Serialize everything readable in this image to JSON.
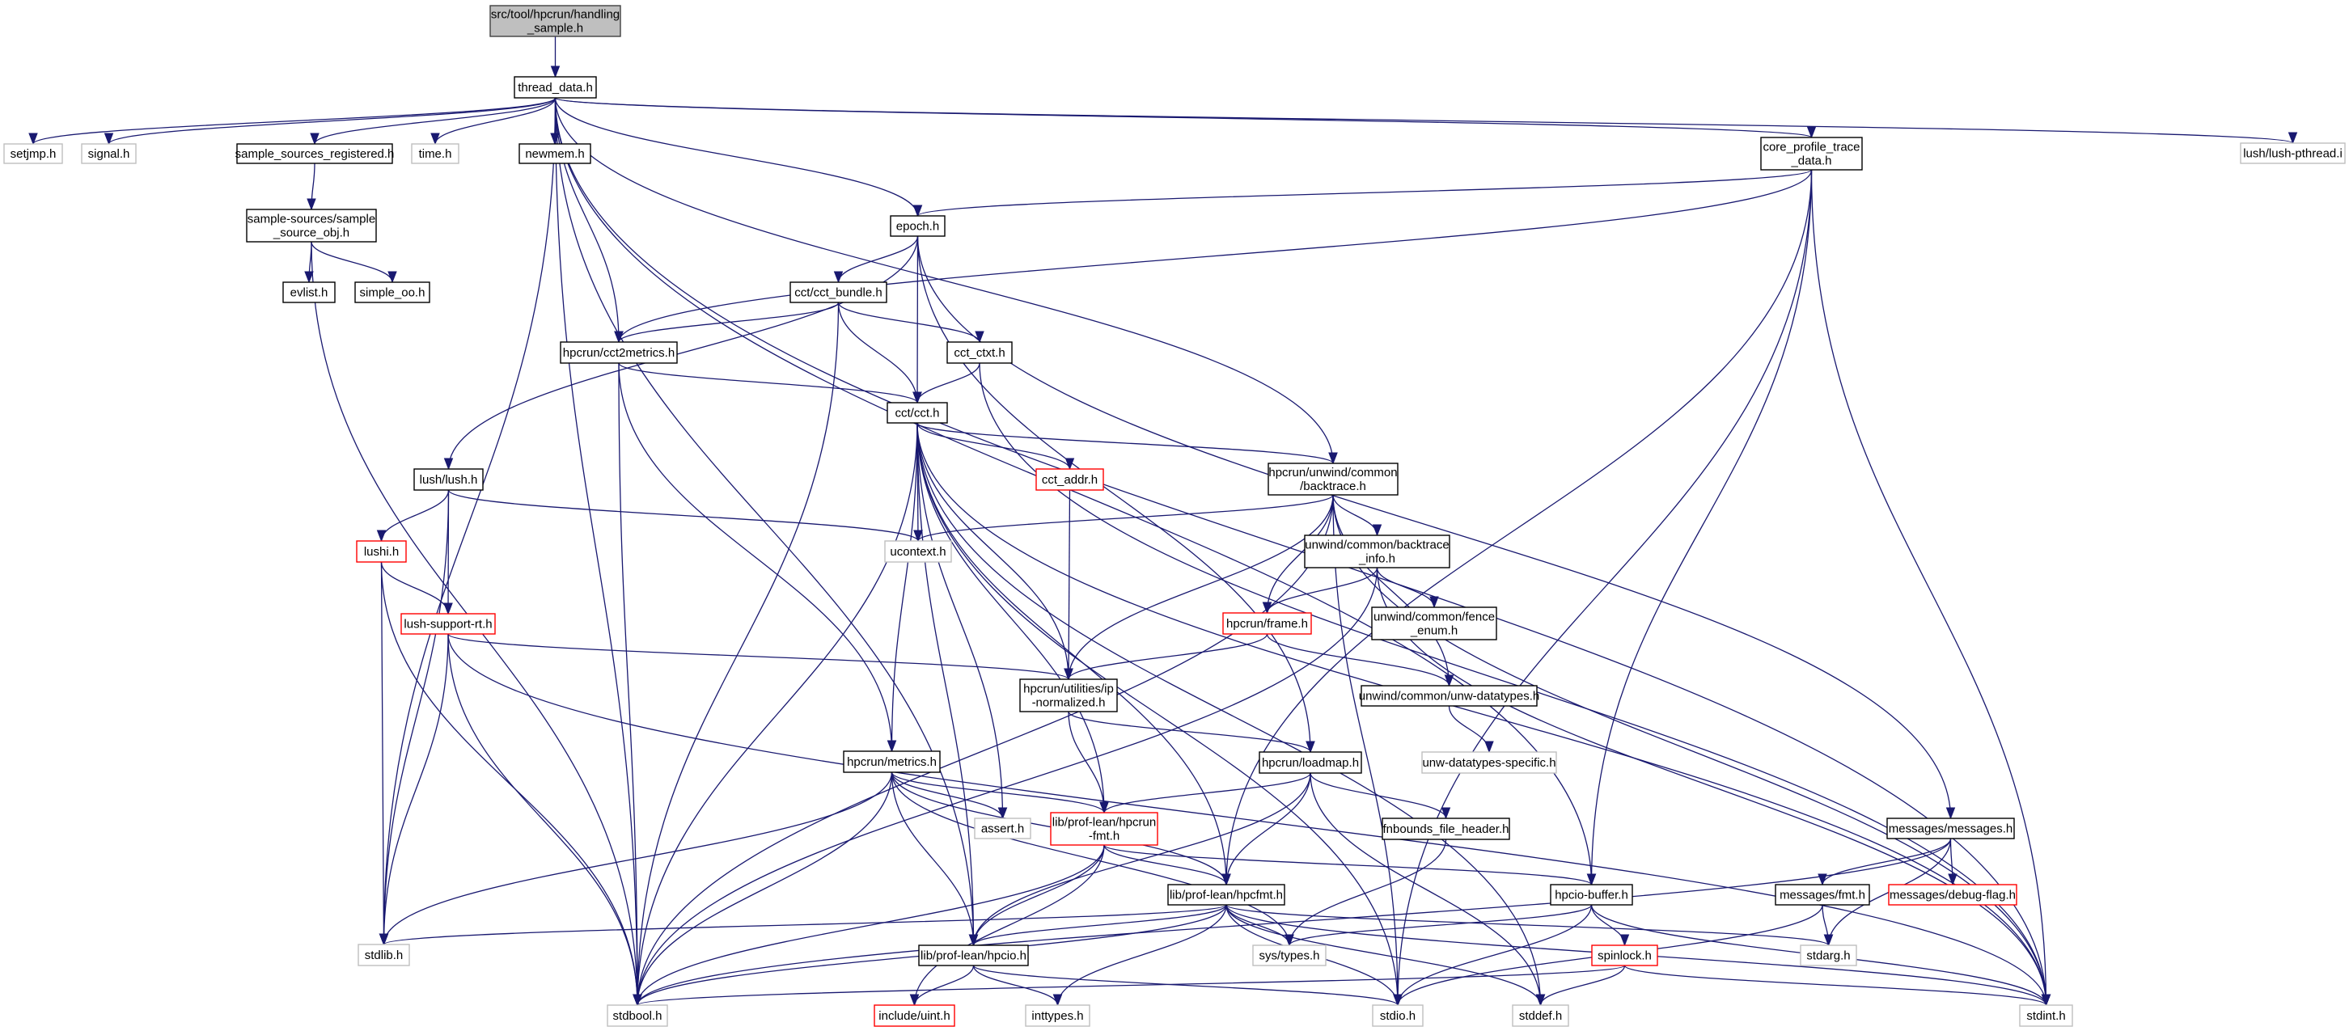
{
  "diagram": {
    "title": "Include dependency graph for src/tool/hpcrun/handling_sample.h",
    "colors": {
      "edge": "#191970",
      "root_fill": "#bfbfbf",
      "node_border": "#000000",
      "external_border": "#bfbfbf",
      "truncated_border": "#ff0000"
    },
    "nodes": [
      {
        "id": "root",
        "lines": [
          "src/tool/hpcrun/handling",
          "_sample.h"
        ],
        "kind": "root"
      },
      {
        "id": "thread_data",
        "lines": [
          "thread_data.h"
        ],
        "kind": "normal"
      },
      {
        "id": "setjmp",
        "lines": [
          "setjmp.h"
        ],
        "kind": "ext"
      },
      {
        "id": "signal",
        "lines": [
          "signal.h"
        ],
        "kind": "ext"
      },
      {
        "id": "ssreg",
        "lines": [
          "sample_sources_registered.h"
        ],
        "kind": "normal"
      },
      {
        "id": "time",
        "lines": [
          "time.h"
        ],
        "kind": "ext"
      },
      {
        "id": "newmem",
        "lines": [
          "newmem.h"
        ],
        "kind": "normal"
      },
      {
        "id": "core_profile",
        "lines": [
          "core_profile_trace",
          "_data.h"
        ],
        "kind": "normal"
      },
      {
        "id": "lush_pthread",
        "lines": [
          "lush/lush-pthread.i"
        ],
        "kind": "ext"
      },
      {
        "id": "ssobj",
        "lines": [
          "sample-sources/sample",
          "_source_obj.h"
        ],
        "kind": "normal"
      },
      {
        "id": "epoch",
        "lines": [
          "epoch.h"
        ],
        "kind": "normal"
      },
      {
        "id": "evlist",
        "lines": [
          "evlist.h"
        ],
        "kind": "normal"
      },
      {
        "id": "simple_oo",
        "lines": [
          "simple_oo.h"
        ],
        "kind": "normal"
      },
      {
        "id": "cct_bundle",
        "lines": [
          "cct/cct_bundle.h"
        ],
        "kind": "normal"
      },
      {
        "id": "cct2metrics",
        "lines": [
          "hpcrun/cct2metrics.h"
        ],
        "kind": "normal"
      },
      {
        "id": "cct_ctxt",
        "lines": [
          "cct_ctxt.h"
        ],
        "kind": "normal"
      },
      {
        "id": "cct",
        "lines": [
          "cct/cct.h"
        ],
        "kind": "normal"
      },
      {
        "id": "lush",
        "lines": [
          "lush/lush.h"
        ],
        "kind": "normal"
      },
      {
        "id": "cct_addr",
        "lines": [
          "cct_addr.h"
        ],
        "kind": "trunc"
      },
      {
        "id": "backtrace",
        "lines": [
          "hpcrun/unwind/common",
          "/backtrace.h"
        ],
        "kind": "normal"
      },
      {
        "id": "lushi",
        "lines": [
          "lushi.h"
        ],
        "kind": "trunc"
      },
      {
        "id": "ucontext",
        "lines": [
          "ucontext.h"
        ],
        "kind": "ext"
      },
      {
        "id": "bt_info",
        "lines": [
          "unwind/common/backtrace",
          "_info.h"
        ],
        "kind": "normal"
      },
      {
        "id": "frame",
        "lines": [
          "hpcrun/frame.h"
        ],
        "kind": "trunc"
      },
      {
        "id": "fence",
        "lines": [
          "unwind/common/fence",
          "_enum.h"
        ],
        "kind": "normal"
      },
      {
        "id": "lush_rt",
        "lines": [
          "lush-support-rt.h"
        ],
        "kind": "trunc"
      },
      {
        "id": "ip_norm",
        "lines": [
          "hpcrun/utilities/ip",
          "-normalized.h"
        ],
        "kind": "normal"
      },
      {
        "id": "unw_dt",
        "lines": [
          "unwind/common/unw-datatypes.h"
        ],
        "kind": "normal"
      },
      {
        "id": "unw_dts",
        "lines": [
          "unw-datatypes-specific.h"
        ],
        "kind": "ext"
      },
      {
        "id": "metrics",
        "lines": [
          "hpcrun/metrics.h"
        ],
        "kind": "normal"
      },
      {
        "id": "loadmap",
        "lines": [
          "hpcrun/loadmap.h"
        ],
        "kind": "normal"
      },
      {
        "id": "assert",
        "lines": [
          "assert.h"
        ],
        "kind": "ext"
      },
      {
        "id": "hpcrun_fmt",
        "lines": [
          "lib/prof-lean/hpcrun",
          "-fmt.h"
        ],
        "kind": "trunc"
      },
      {
        "id": "fnbounds",
        "lines": [
          "fnbounds_file_header.h"
        ],
        "kind": "normal"
      },
      {
        "id": "messages",
        "lines": [
          "messages/messages.h"
        ],
        "kind": "normal"
      },
      {
        "id": "hpcfmt",
        "lines": [
          "lib/prof-lean/hpcfmt.h"
        ],
        "kind": "normal"
      },
      {
        "id": "hpcio_buffer",
        "lines": [
          "hpcio-buffer.h"
        ],
        "kind": "normal"
      },
      {
        "id": "msg_fmt",
        "lines": [
          "messages/fmt.h"
        ],
        "kind": "normal"
      },
      {
        "id": "debug_flag",
        "lines": [
          "messages/debug-flag.h"
        ],
        "kind": "trunc"
      },
      {
        "id": "stdlib",
        "lines": [
          "stdlib.h"
        ],
        "kind": "ext"
      },
      {
        "id": "hpcio",
        "lines": [
          "lib/prof-lean/hpcio.h"
        ],
        "kind": "normal"
      },
      {
        "id": "sys_types",
        "lines": [
          "sys/types.h"
        ],
        "kind": "ext"
      },
      {
        "id": "spinlock",
        "lines": [
          "spinlock.h"
        ],
        "kind": "trunc"
      },
      {
        "id": "stdarg",
        "lines": [
          "stdarg.h"
        ],
        "kind": "ext"
      },
      {
        "id": "stdbool",
        "lines": [
          "stdbool.h"
        ],
        "kind": "ext"
      },
      {
        "id": "uint",
        "lines": [
          "include/uint.h"
        ],
        "kind": "trunc"
      },
      {
        "id": "inttypes",
        "lines": [
          "inttypes.h"
        ],
        "kind": "ext"
      },
      {
        "id": "stdio",
        "lines": [
          "stdio.h"
        ],
        "kind": "ext"
      },
      {
        "id": "stddef",
        "lines": [
          "stddef.h"
        ],
        "kind": "ext"
      },
      {
        "id": "stdint",
        "lines": [
          "stdint.h"
        ],
        "kind": "ext"
      }
    ],
    "edges": [
      [
        "root",
        "thread_data"
      ],
      [
        "thread_data",
        "setjmp"
      ],
      [
        "thread_data",
        "signal"
      ],
      [
        "thread_data",
        "ssreg"
      ],
      [
        "thread_data",
        "time"
      ],
      [
        "thread_data",
        "newmem"
      ],
      [
        "thread_data",
        "epoch"
      ],
      [
        "thread_data",
        "cct2metrics"
      ],
      [
        "thread_data",
        "core_profile"
      ],
      [
        "thread_data",
        "lush_pthread"
      ],
      [
        "thread_data",
        "backtrace"
      ],
      [
        "thread_data",
        "stdlib"
      ],
      [
        "thread_data",
        "stdbool"
      ],
      [
        "thread_data",
        "hpcio"
      ],
      [
        "thread_data",
        "hpcio_buffer"
      ],
      [
        "thread_data",
        "stdint"
      ],
      [
        "ssreg",
        "ssobj"
      ],
      [
        "ssobj",
        "evlist"
      ],
      [
        "ssobj",
        "simple_oo"
      ],
      [
        "ssobj",
        "stdbool"
      ],
      [
        "core_profile",
        "epoch"
      ],
      [
        "core_profile",
        "cct2metrics"
      ],
      [
        "core_profile",
        "hpcfmt"
      ],
      [
        "core_profile",
        "stdio"
      ],
      [
        "core_profile",
        "hpcio_buffer"
      ],
      [
        "core_profile",
        "stdint"
      ],
      [
        "epoch",
        "cct_bundle"
      ],
      [
        "epoch",
        "cct"
      ],
      [
        "epoch",
        "lush"
      ],
      [
        "epoch",
        "loadmap"
      ],
      [
        "epoch",
        "messages"
      ],
      [
        "cct_bundle",
        "cct2metrics"
      ],
      [
        "cct_bundle",
        "cct_ctxt"
      ],
      [
        "cct_bundle",
        "cct"
      ],
      [
        "cct_bundle",
        "stdbool"
      ],
      [
        "cct2metrics",
        "cct"
      ],
      [
        "cct2metrics",
        "metrics"
      ],
      [
        "cct2metrics",
        "stdbool"
      ],
      [
        "cct_ctxt",
        "cct"
      ],
      [
        "cct_ctxt",
        "stdint"
      ],
      [
        "cct",
        "cct_addr"
      ],
      [
        "cct",
        "backtrace"
      ],
      [
        "cct",
        "ucontext"
      ],
      [
        "cct",
        "ip_norm"
      ],
      [
        "cct",
        "metrics"
      ],
      [
        "cct",
        "hpcrun_fmt"
      ],
      [
        "cct",
        "hpcfmt"
      ],
      [
        "cct",
        "hpcio"
      ],
      [
        "cct",
        "assert"
      ],
      [
        "cct",
        "stdbool"
      ],
      [
        "cct",
        "stdio"
      ],
      [
        "cct",
        "stddef"
      ],
      [
        "cct",
        "stdint"
      ],
      [
        "cct_addr",
        "ip_norm"
      ],
      [
        "lush",
        "lushi"
      ],
      [
        "lush",
        "lush_rt"
      ],
      [
        "lush",
        "ucontext"
      ],
      [
        "lush",
        "stdlib"
      ],
      [
        "lushi",
        "lush_rt"
      ],
      [
        "lushi",
        "stdlib"
      ],
      [
        "lushi",
        "stdbool"
      ],
      [
        "lush_rt",
        "ip_norm"
      ],
      [
        "lush_rt",
        "stdlib"
      ],
      [
        "lush_rt",
        "stdbool"
      ],
      [
        "lush_rt",
        "stdint"
      ],
      [
        "backtrace",
        "bt_info"
      ],
      [
        "backtrace",
        "frame"
      ],
      [
        "backtrace",
        "ucontext"
      ],
      [
        "backtrace",
        "ip_norm"
      ],
      [
        "backtrace",
        "unw_dt"
      ],
      [
        "backtrace",
        "stdbool"
      ],
      [
        "backtrace",
        "stdio"
      ],
      [
        "backtrace",
        "stdint"
      ],
      [
        "bt_info",
        "frame"
      ],
      [
        "bt_info",
        "fence"
      ],
      [
        "bt_info",
        "stdbool"
      ],
      [
        "bt_info",
        "stdint"
      ],
      [
        "frame",
        "ip_norm"
      ],
      [
        "frame",
        "unw_dt"
      ],
      [
        "unw_dt",
        "unw_dts"
      ],
      [
        "ip_norm",
        "hpcrun_fmt"
      ],
      [
        "ip_norm",
        "loadmap"
      ],
      [
        "metrics",
        "hpcrun_fmt"
      ],
      [
        "metrics",
        "hpcfmt"
      ],
      [
        "metrics",
        "hpcio"
      ],
      [
        "metrics",
        "assert"
      ],
      [
        "metrics",
        "stdlib"
      ],
      [
        "metrics",
        "stdbool"
      ],
      [
        "metrics",
        "sys_types"
      ],
      [
        "loadmap",
        "hpcrun_fmt"
      ],
      [
        "loadmap",
        "hpcfmt"
      ],
      [
        "loadmap",
        "fnbounds"
      ],
      [
        "loadmap",
        "hpcio"
      ],
      [
        "loadmap",
        "stddef"
      ],
      [
        "hpcrun_fmt",
        "hpcfmt"
      ],
      [
        "hpcrun_fmt",
        "hpcio"
      ],
      [
        "hpcrun_fmt",
        "hpcio_buffer"
      ],
      [
        "hpcrun_fmt",
        "uint"
      ],
      [
        "hpcrun_fmt",
        "stdbool"
      ],
      [
        "fnbounds",
        "sys_types"
      ],
      [
        "hpcfmt",
        "hpcio"
      ],
      [
        "hpcfmt",
        "stdlib"
      ],
      [
        "hpcfmt",
        "stdbool"
      ],
      [
        "hpcfmt",
        "sys_types"
      ],
      [
        "hpcfmt",
        "stdio"
      ],
      [
        "hpcfmt",
        "inttypes"
      ],
      [
        "hpcfmt",
        "stddef"
      ],
      [
        "hpcfmt",
        "stdint"
      ],
      [
        "hpcfmt",
        "stdarg"
      ],
      [
        "hpcio",
        "uint"
      ],
      [
        "hpcio",
        "inttypes"
      ],
      [
        "hpcio",
        "stdio"
      ],
      [
        "hpcio_buffer",
        "spinlock"
      ],
      [
        "hpcio_buffer",
        "sys_types"
      ],
      [
        "hpcio_buffer",
        "stdio"
      ],
      [
        "hpcio_buffer",
        "stdint"
      ],
      [
        "spinlock",
        "stdbool"
      ],
      [
        "spinlock",
        "stddef"
      ],
      [
        "spinlock",
        "stdint"
      ],
      [
        "messages",
        "msg_fmt"
      ],
      [
        "messages",
        "debug_flag"
      ],
      [
        "messages",
        "stdarg"
      ],
      [
        "messages",
        "stdbool"
      ],
      [
        "msg_fmt",
        "stdarg"
      ],
      [
        "msg_fmt",
        "stdio"
      ]
    ]
  }
}
